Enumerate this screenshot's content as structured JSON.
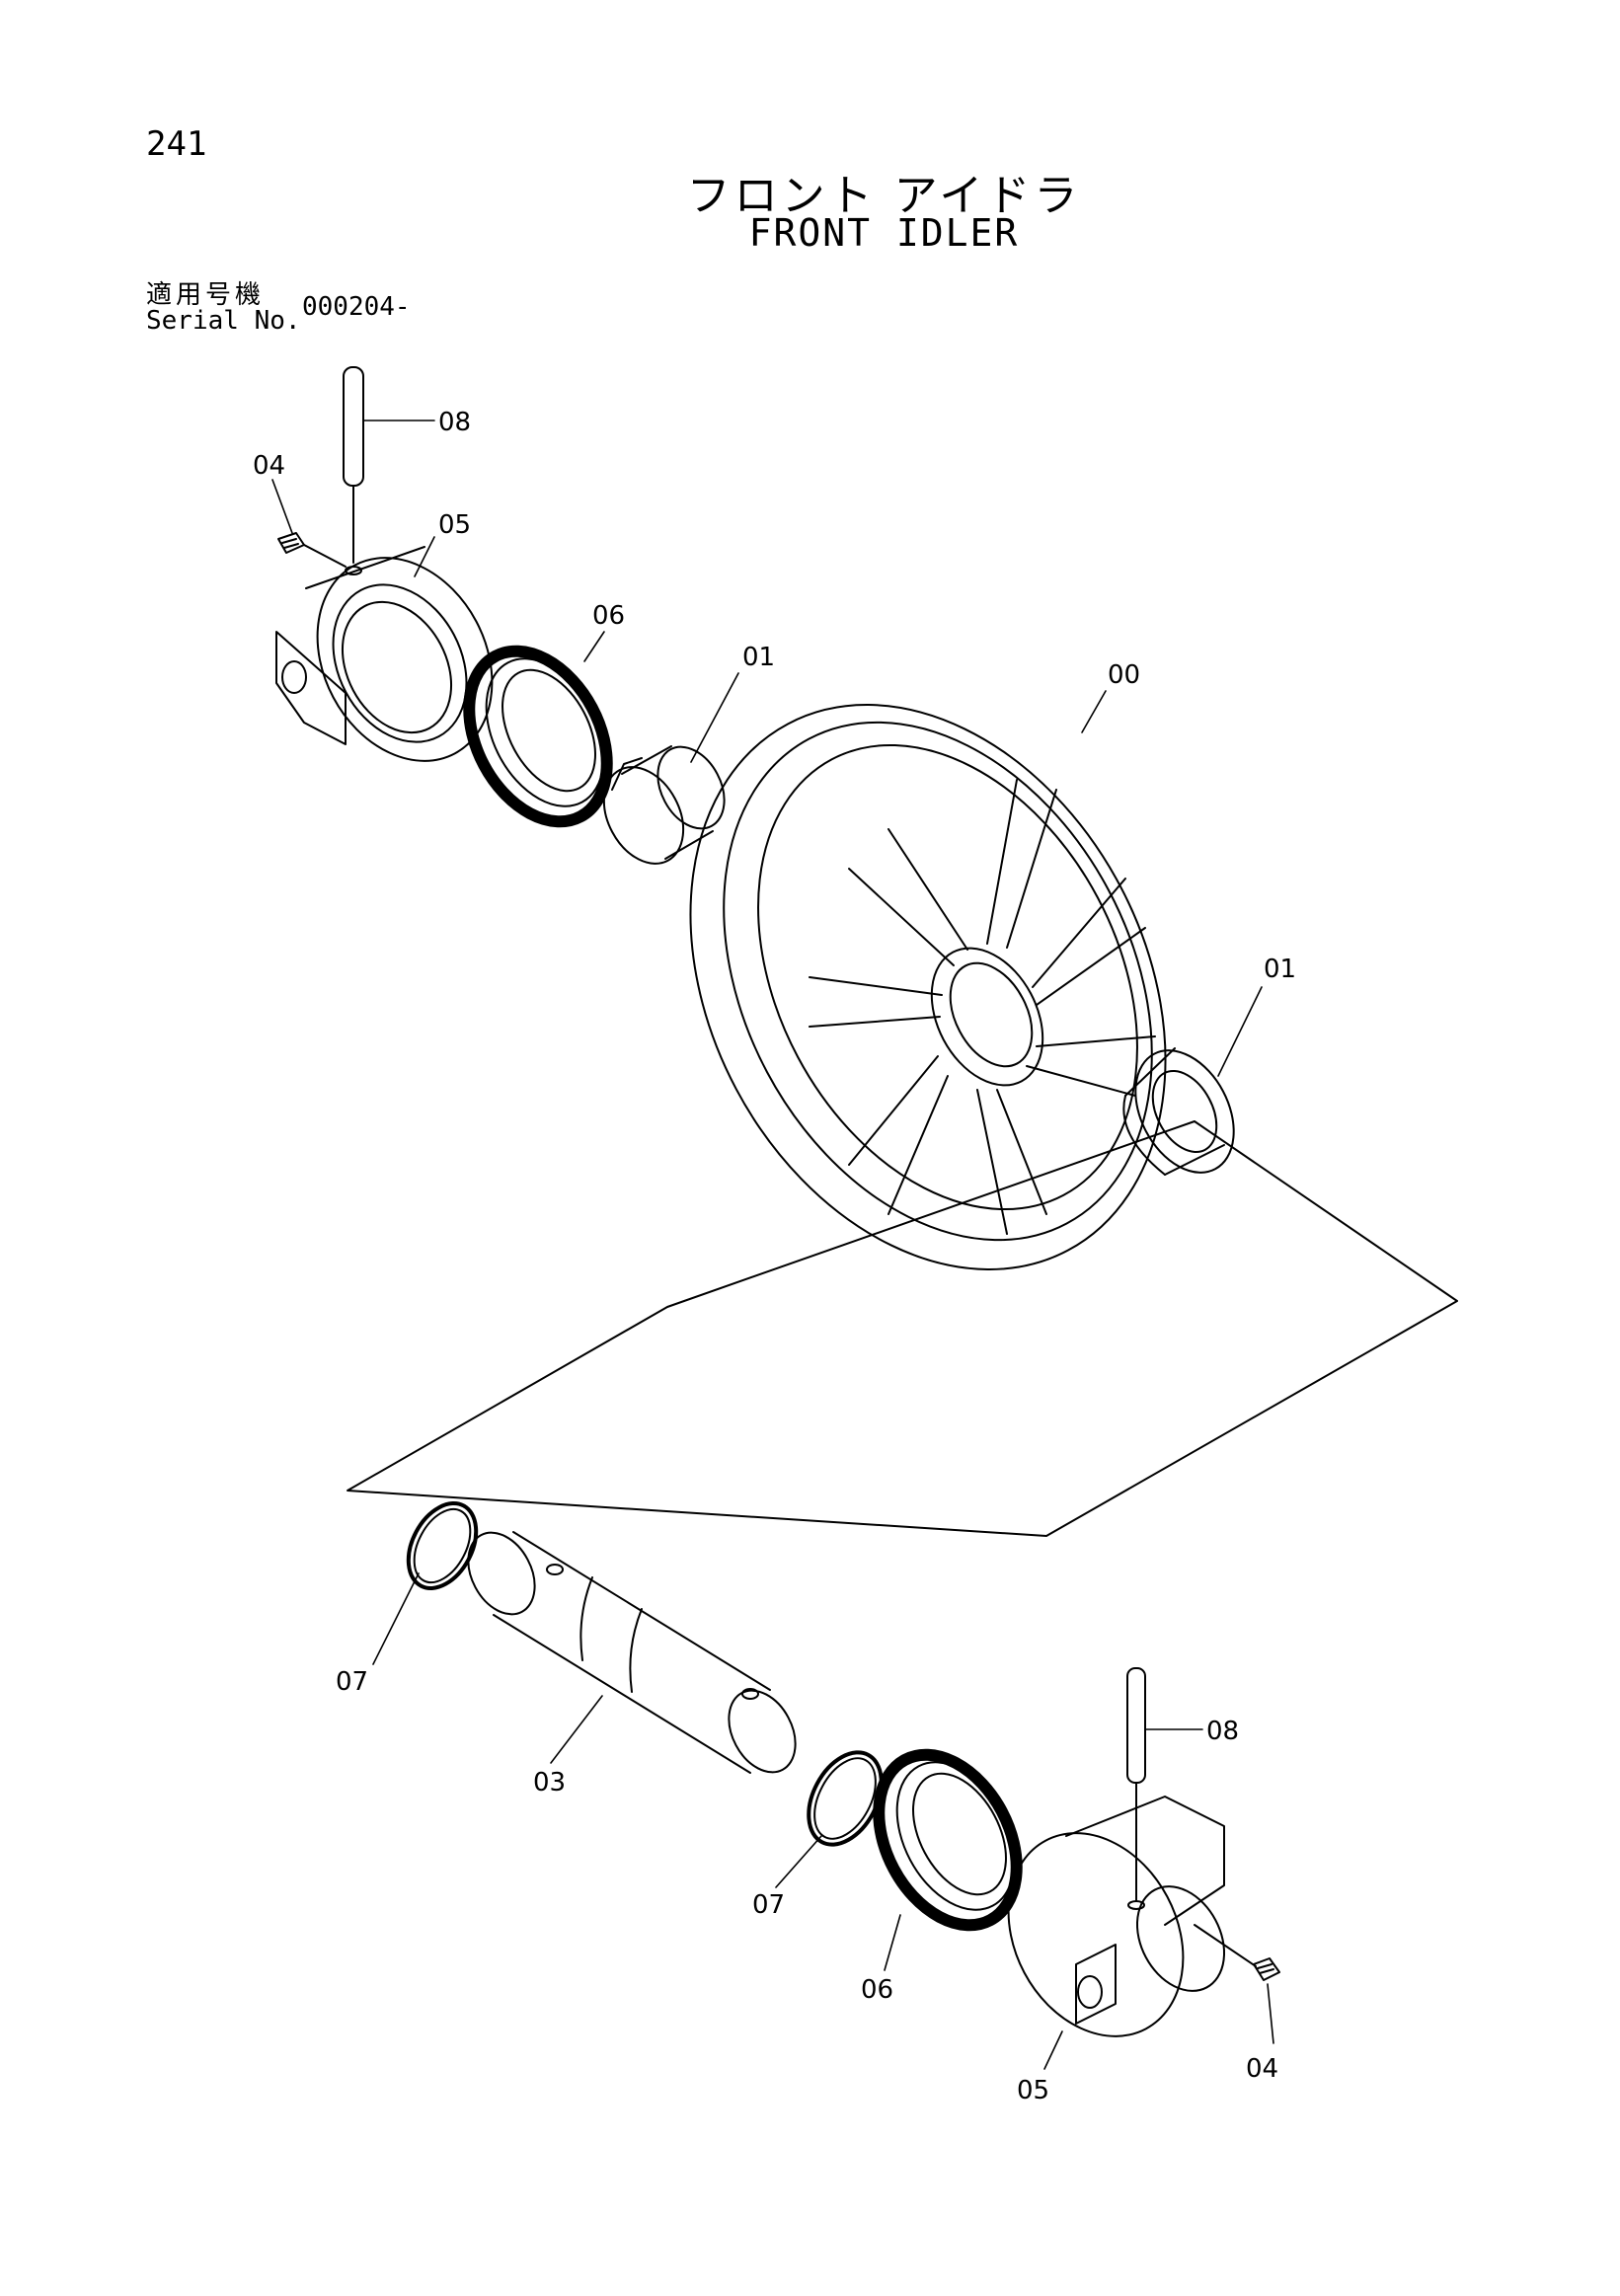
{
  "header": {
    "page_number": "241",
    "title_jp": "フロント アイドラ",
    "title_en": "FRONT IDLER",
    "serial_label_jp": "適用号機",
    "serial_label_en": "Serial No.",
    "serial_value": "000204-"
  },
  "callouts": [
    {
      "id": "c-08-top",
      "label": "08"
    },
    {
      "id": "c-04-top",
      "label": "04"
    },
    {
      "id": "c-05-top",
      "label": "05"
    },
    {
      "id": "c-06-top",
      "label": "06"
    },
    {
      "id": "c-01-top",
      "label": "01"
    },
    {
      "id": "c-00",
      "label": "00"
    },
    {
      "id": "c-01-right",
      "label": "01"
    },
    {
      "id": "c-07-left",
      "label": "07"
    },
    {
      "id": "c-03",
      "label": "03"
    },
    {
      "id": "c-07-right",
      "label": "07"
    },
    {
      "id": "c-06-bottom",
      "label": "06"
    },
    {
      "id": "c-08-bottom",
      "label": "08"
    },
    {
      "id": "c-05-bottom",
      "label": "05"
    },
    {
      "id": "c-04-bottom",
      "label": "04"
    }
  ],
  "colors": {
    "ink": "#000000",
    "paper": "#ffffff"
  }
}
